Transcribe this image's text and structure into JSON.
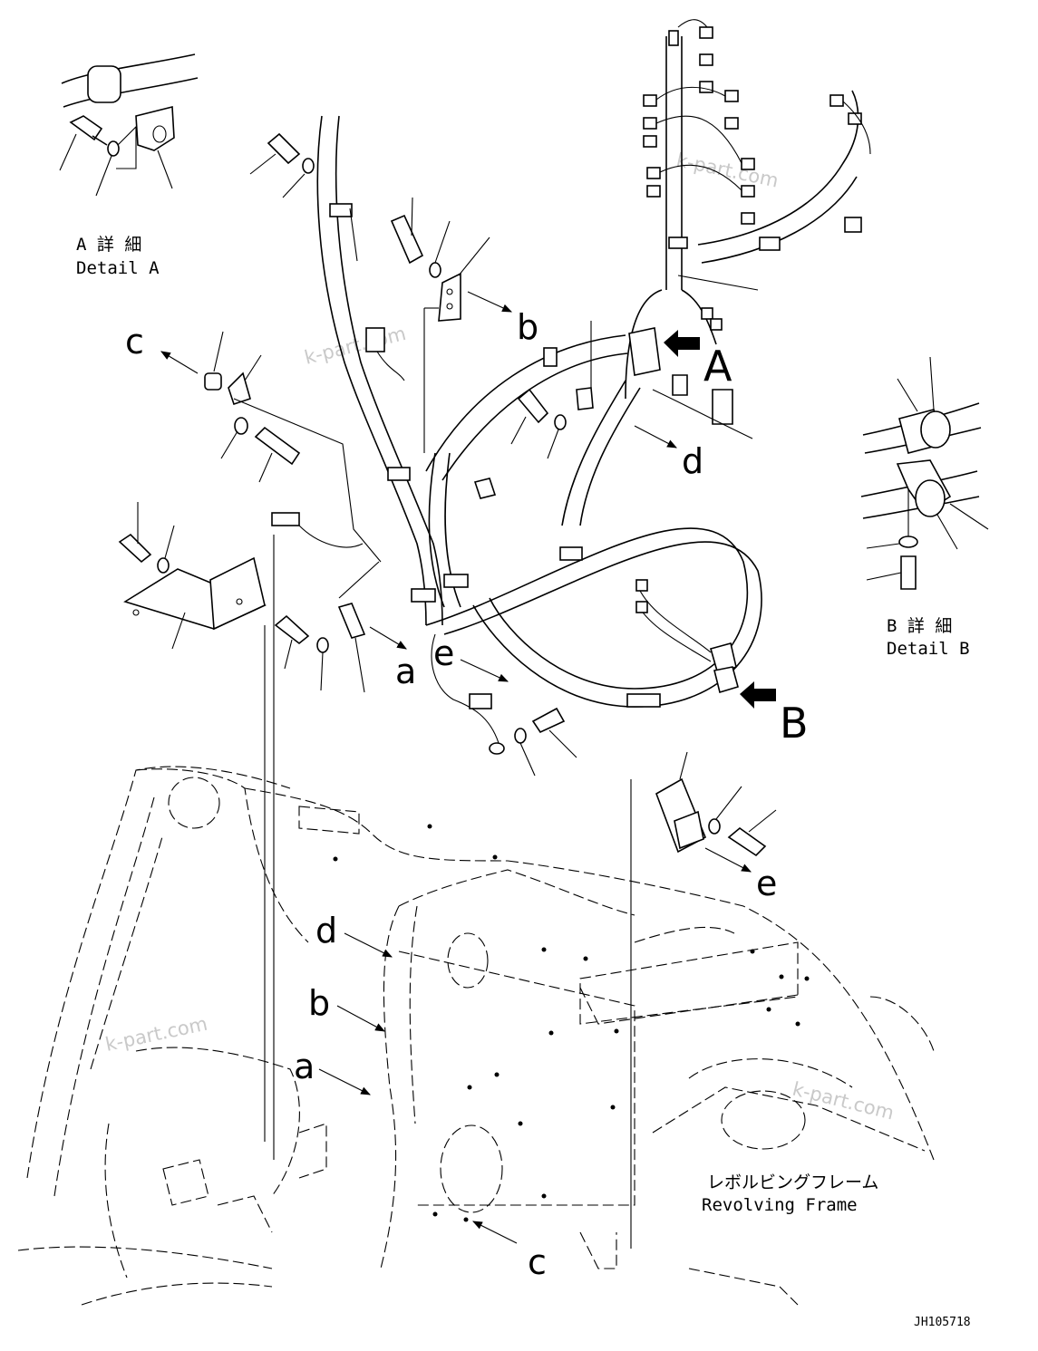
{
  "detail_a": {
    "jp": "A 詳 細",
    "en": "Detail A"
  },
  "detail_b": {
    "jp": "B 詳 細",
    "en": "Detail B"
  },
  "frame": {
    "jp": "レボルビングフレーム",
    "en": "Revolving Frame"
  },
  "drawing_code": "JH105718",
  "watermark": "k-part.com",
  "view_labels": {
    "a": "A",
    "b": "B"
  },
  "ref_letters": {
    "a": "a",
    "b": "b",
    "c": "c",
    "d": "d",
    "e": "e"
  }
}
